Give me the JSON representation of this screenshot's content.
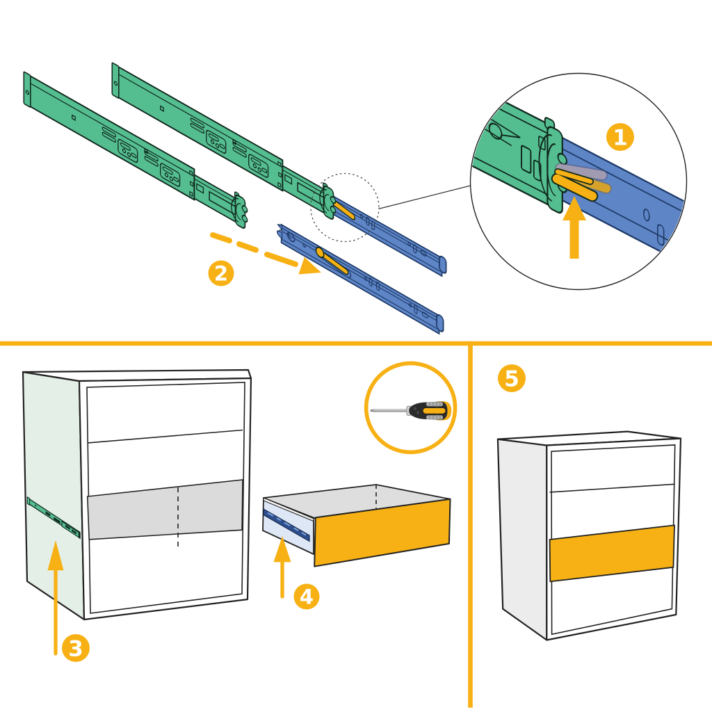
{
  "title": "drawer-slide-installation-diagram",
  "steps": [
    {
      "number": "1",
      "label": "press-latch-lever-detail"
    },
    {
      "number": "2",
      "label": "separate-inner-drawer-member"
    },
    {
      "number": "3",
      "label": "mount-slide-in-cabinet"
    },
    {
      "number": "4",
      "label": "mount-rail-on-drawer"
    },
    {
      "number": "5",
      "label": "insert-drawer-into-cabinet"
    }
  ],
  "colors": {
    "accent": "#F7B114",
    "accent-deep": "#E89C0A",
    "green": "#55BE91",
    "green-dark": "#0F271C",
    "blue": "#5E85C6",
    "blue-dark": "#1E3A68",
    "navy": "#2E4F8F",
    "navy-light": "#7FA3DC",
    "mint": "#E4EFE7",
    "gray-side": "#ECECEC",
    "gray-band": "#DBDBDB",
    "gray-interior": "#DEDEDE",
    "drawer-side": "#DDE7F5",
    "outline": "#1C1C1C",
    "ghost": "#A49EB3",
    "white": "#FFFFFF"
  },
  "figures": {
    "top": [
      "cabinet-slide-rail",
      "cabinet-slide-rail-with-drawer-member",
      "drawer-member-rail",
      "latch-detail-magnifier"
    ],
    "bottom_left": "cabinet-with-mounted-slide",
    "bottom_middle": [
      "screwdriver-tool-badge",
      "drawer-box-with-rail"
    ],
    "bottom_right": "cabinet-with-highlighted-drawer"
  }
}
